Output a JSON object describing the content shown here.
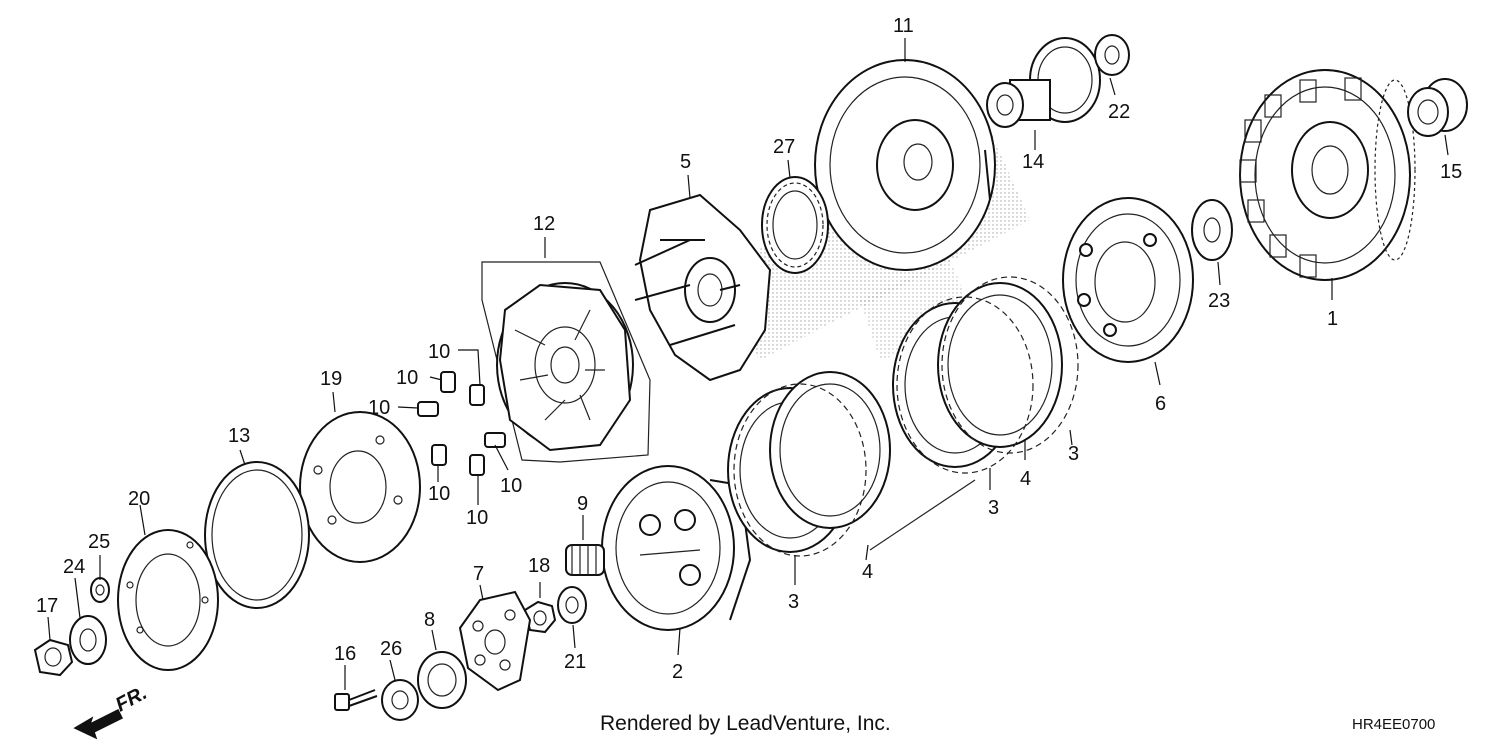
{
  "labels": {
    "p1": "1",
    "p2": "2",
    "p3a": "3",
    "p3b": "3",
    "p3c": "3",
    "p4a": "4",
    "p4b": "4",
    "p5": "5",
    "p6": "6",
    "p7": "7",
    "p8": "8",
    "p9": "9",
    "p10a": "10",
    "p10b": "10",
    "p10c": "10",
    "p10d": "10",
    "p10e": "10",
    "p10f": "10",
    "p11": "11",
    "p12": "12",
    "p13": "13",
    "p14": "14",
    "p15": "15",
    "p16": "16",
    "p17": "17",
    "p18": "18",
    "p19": "19",
    "p20": "20",
    "p21": "21",
    "p22": "22",
    "p23": "23",
    "p24": "24",
    "p25": "25",
    "p26": "26",
    "p27": "27"
  },
  "direction_label": "FR.",
  "footer": {
    "credit": "Rendered by LeadVenture, Inc.",
    "code": "HR4EE0700"
  }
}
